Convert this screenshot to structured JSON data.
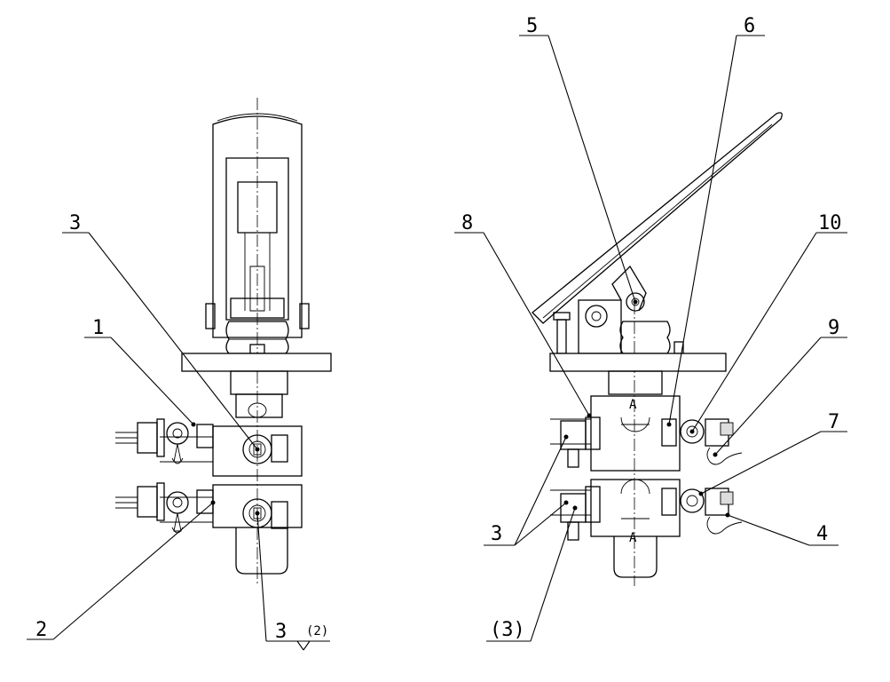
{
  "callouts": {
    "left": {
      "c3_top": "3",
      "c1": "1",
      "c2": "2",
      "c3_bottom": "3",
      "c2_paren": "(2)"
    },
    "right": {
      "c5": "5",
      "c6": "6",
      "c8": "8",
      "c10": "10",
      "c9": "9",
      "c7": "7",
      "c3": "3",
      "c4": "4",
      "c3_paren": "(3)"
    }
  },
  "section_marks": {
    "upper": "A",
    "lower": "A"
  }
}
